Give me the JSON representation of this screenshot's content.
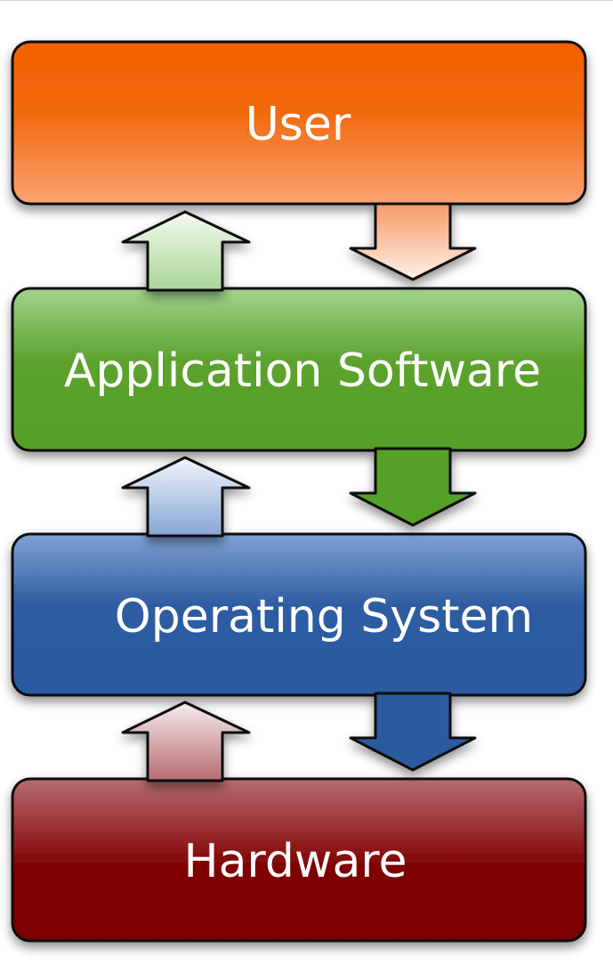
{
  "diagram": {
    "layers": [
      {
        "label": "User",
        "top_color": "#f26100",
        "bottom_color": "#f8a172"
      },
      {
        "label": "Application Software",
        "top_color": "#a0d08a",
        "bottom_color": "#58a02a"
      },
      {
        "label": "Operating System",
        "top_color": "#7c9fd2",
        "bottom_color": "#2c5aa0"
      },
      {
        "label": "Hardware",
        "top_color": "#b56a6f",
        "bottom_color": "#7e0000"
      }
    ],
    "arrows": {
      "down": [
        {
          "from": "User",
          "to": "Application Software"
        },
        {
          "from": "Application Software",
          "to": "Operating System"
        },
        {
          "from": "Operating System",
          "to": "Hardware"
        }
      ],
      "up": [
        {
          "from": "Application Software",
          "to": "User"
        },
        {
          "from": "Operating System",
          "to": "Application Software"
        },
        {
          "from": "Hardware",
          "to": "Operating System"
        }
      ]
    }
  }
}
